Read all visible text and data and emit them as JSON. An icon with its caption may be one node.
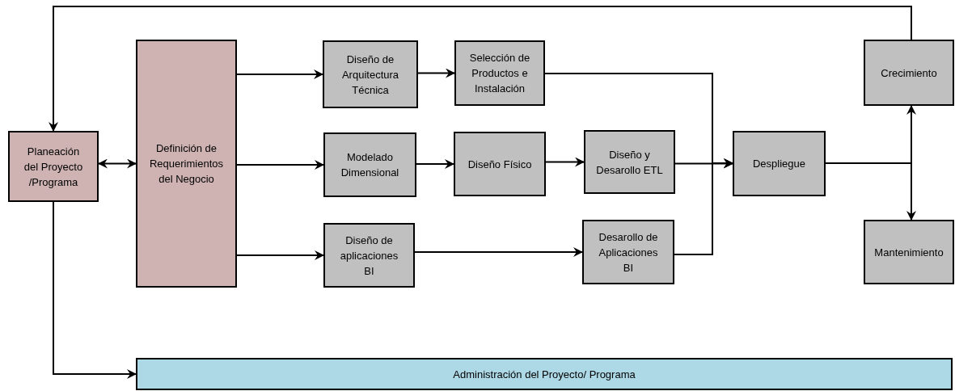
{
  "diagram": {
    "nodes": [
      {
        "text": [
          "Planeación del Proyecto /Programa"
        ]
      },
      {
        "text": [
          "Definición de Requerimientos del Negocio"
        ]
      },
      {
        "text": [
          "Diseño de Arquitectura Técnica"
        ]
      },
      {
        "text": [
          "Selección de Productos e Instalación"
        ]
      },
      {
        "text": [
          "Modelado Dimensional"
        ]
      },
      {
        "text": [
          "Diseño Físico"
        ]
      },
      {
        "text": [
          "Diseño y Desarollo ETL"
        ]
      },
      {
        "text": [
          "Diseño de aplicaciones BI"
        ]
      },
      {
        "text": [
          "Desarollo de Aplicaciones BI"
        ]
      },
      {
        "text": [
          "Despliegue"
        ]
      },
      {
        "text": [
          "Crecimiento"
        ]
      },
      {
        "text": [
          "Mantenimiento"
        ]
      },
      {
        "text": [
          "Administración del Proyecto/ Programa"
        ]
      }
    ],
    "edges": [
      {
        "from": 0,
        "to": 1,
        "arrow": "both"
      },
      {
        "from": 1,
        "to": 2,
        "arrow": "to"
      },
      {
        "from": 1,
        "to": 4,
        "arrow": "to"
      },
      {
        "from": 1,
        "to": 7,
        "arrow": "to"
      },
      {
        "from": 2,
        "to": 3,
        "arrow": "to"
      },
      {
        "from": 4,
        "to": 5,
        "arrow": "to"
      },
      {
        "from": 5,
        "to": 6,
        "arrow": "to"
      },
      {
        "from": 7,
        "to": 8,
        "arrow": "to"
      },
      {
        "from": 3,
        "to": 9,
        "arrow": "to"
      },
      {
        "from": 6,
        "to": 9,
        "arrow": "to"
      },
      {
        "from": 8,
        "to": 9,
        "arrow": "to"
      },
      {
        "from": 9,
        "to": 10,
        "arrow": "to"
      },
      {
        "from": 9,
        "to": 11,
        "arrow": "to"
      },
      {
        "from": 10,
        "to": 0,
        "arrow": "to"
      },
      {
        "from": 0,
        "to": 12,
        "arrow": "to"
      }
    ]
  }
}
